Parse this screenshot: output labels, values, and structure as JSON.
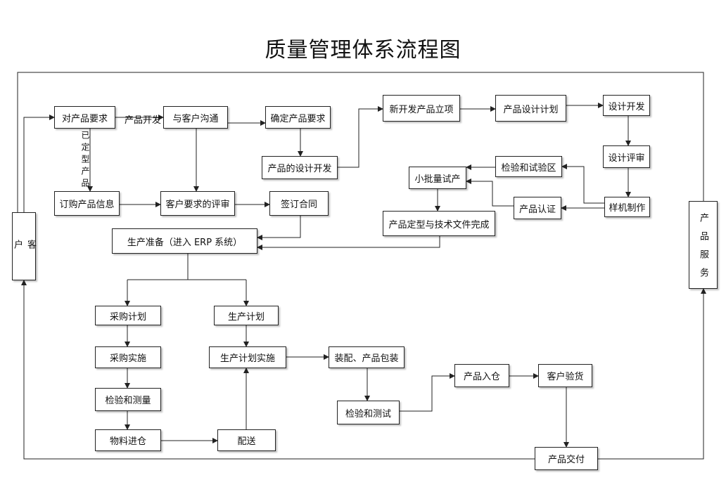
{
  "title": "质量管理体系流程图",
  "nodes": {
    "customer": "客户",
    "product_requirements": "对产品要求",
    "customer_communication": "与客户沟通",
    "confirm_requirements": "确定产品要求",
    "product_design_dev": "产品的设计开发",
    "new_product_project": "新开发产品立项",
    "product_design_plan": "产品设计计划",
    "design_dev": "设计开发",
    "design_review": "设计评审",
    "inspection_test_area": "检验和试验区",
    "small_batch_trial": "小批量试产",
    "product_certification": "产品认证",
    "prototype": "样机制作",
    "product_finalize_docs": "产品定型与技术文件完成",
    "order_info": "订购产品信息",
    "requirements_review": "客户要求的评审",
    "sign_contract": "签订合同",
    "production_prep": "生产准备（进入 ERP 系统）",
    "purchase_plan": "采购计划",
    "production_plan": "生产计划",
    "purchase_exec": "采购实施",
    "production_plan_exec": "生产计划实施",
    "assembly_packaging": "装配、产品包装",
    "inspection_measure": "检验和测量",
    "inspection_testing": "检验和测试",
    "warehouse_in": "产品入仓",
    "customer_inspection": "客户验货",
    "material_in": "物料进仓",
    "distribution": "配送",
    "product_delivery": "产品交付",
    "product_service": "产品服务"
  },
  "labels": {
    "product_dev": "产品开发",
    "finalized_product": "已定型产品"
  }
}
